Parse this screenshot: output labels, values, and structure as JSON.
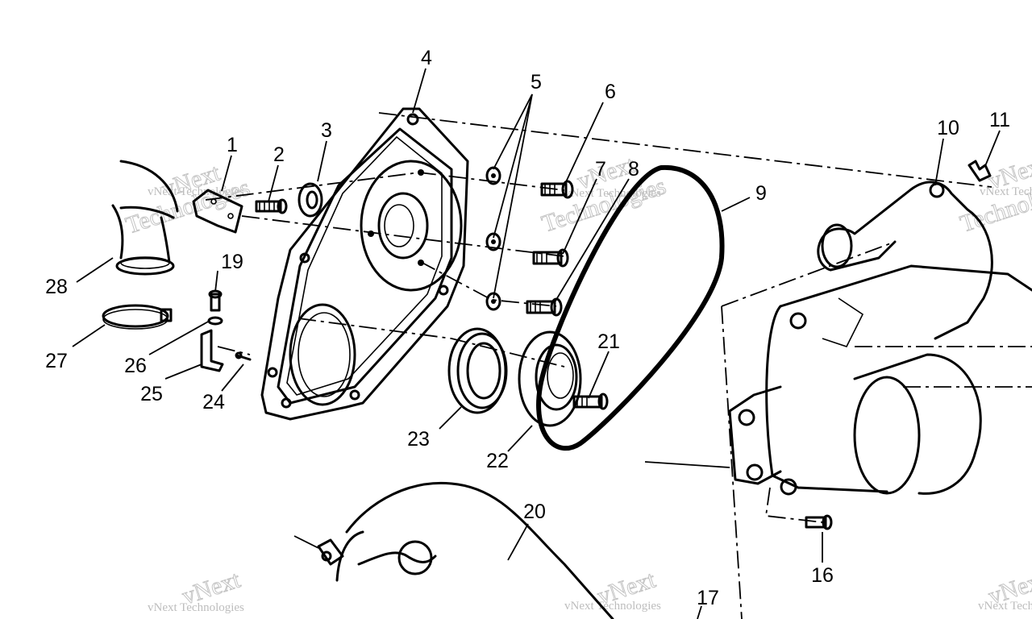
{
  "watermark": {
    "brand": "vNext",
    "small_text": "vNext Technologies",
    "large_text": "Technologies"
  },
  "callouts": [
    {
      "id": "1",
      "text": "1"
    },
    {
      "id": "2",
      "text": "2"
    },
    {
      "id": "3",
      "text": "3"
    },
    {
      "id": "4",
      "text": "4"
    },
    {
      "id": "5",
      "text": "5"
    },
    {
      "id": "6",
      "text": "6"
    },
    {
      "id": "7",
      "text": "7"
    },
    {
      "id": "8",
      "text": "8"
    },
    {
      "id": "9",
      "text": "9"
    },
    {
      "id": "10",
      "text": "10"
    },
    {
      "id": "11",
      "text": "11"
    },
    {
      "id": "16",
      "text": "16"
    },
    {
      "id": "17",
      "text": "17"
    },
    {
      "id": "19",
      "text": "19"
    },
    {
      "id": "20",
      "text": "20"
    },
    {
      "id": "21",
      "text": "21"
    },
    {
      "id": "22",
      "text": "22"
    },
    {
      "id": "23",
      "text": "23"
    },
    {
      "id": "24",
      "text": "24"
    },
    {
      "id": "25",
      "text": "25"
    },
    {
      "id": "26",
      "text": "26"
    },
    {
      "id": "27",
      "text": "27"
    },
    {
      "id": "28",
      "text": "28"
    }
  ]
}
